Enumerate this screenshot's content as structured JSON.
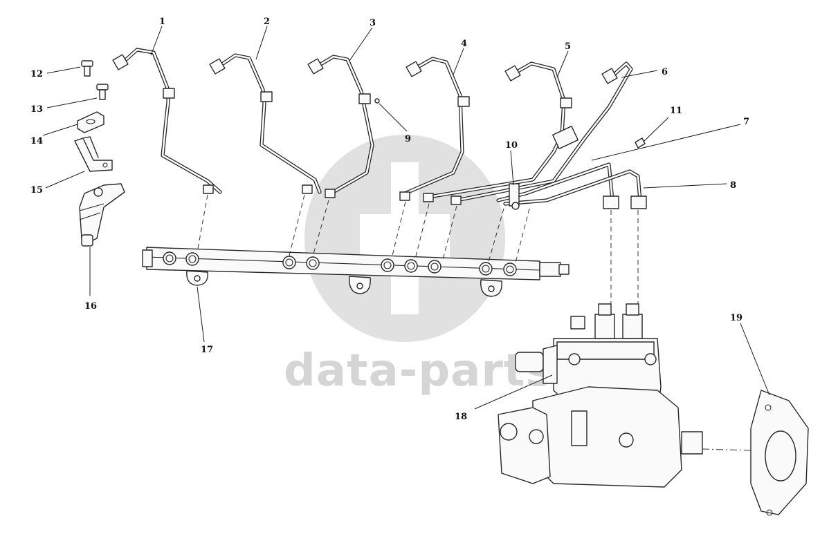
{
  "watermark": {
    "text": "data-parts",
    "color": "#c8c8c8"
  },
  "callouts": {
    "c1": "1",
    "c2": "2",
    "c3": "3",
    "c4": "4",
    "c5": "5",
    "c6": "6",
    "c7": "7",
    "c8": "8",
    "c9": "9",
    "c10": "10",
    "c11": "11",
    "c12": "12",
    "c13": "13",
    "c14": "14",
    "c15": "15",
    "c16": "16",
    "c17": "17",
    "c18": "18",
    "c19": "19"
  },
  "colors": {
    "line": "#262626",
    "background": "#ffffff"
  }
}
